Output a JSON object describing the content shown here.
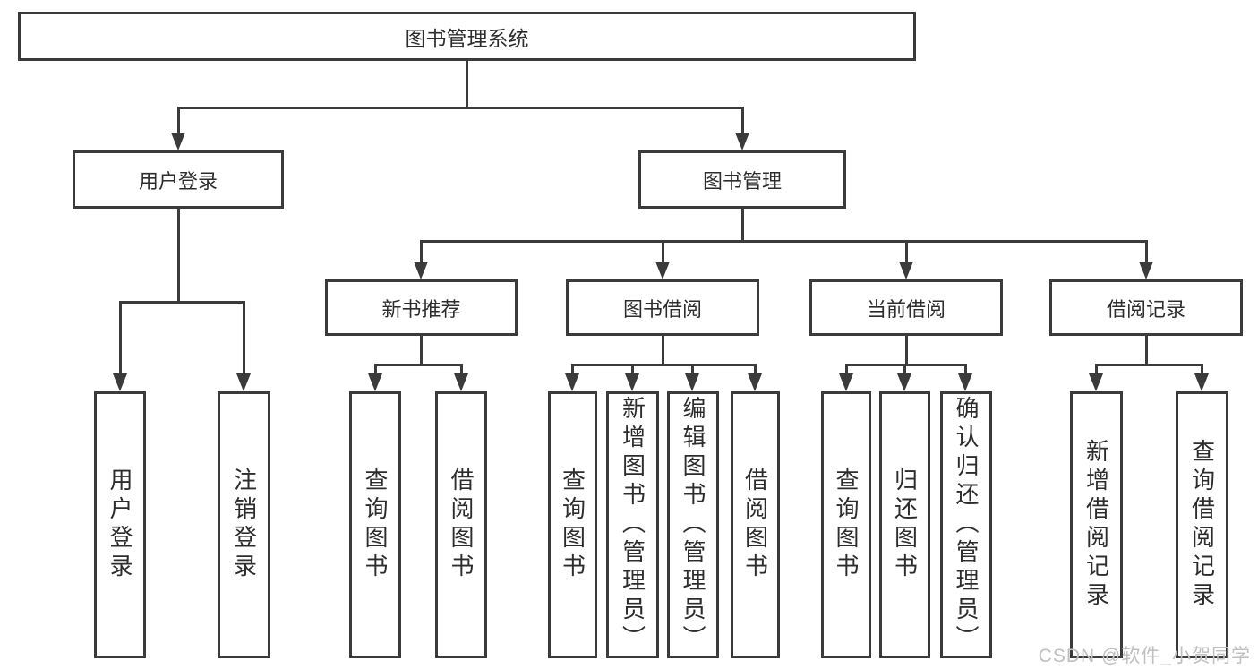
{
  "diagram_title": "图书管理系统",
  "tree": {
    "label": "图书管理系统",
    "children": [
      {
        "label": "用户登录",
        "children": [
          {
            "label": "用户登录"
          },
          {
            "label": "注销登录"
          }
        ]
      },
      {
        "label": "图书管理",
        "children": [
          {
            "label": "新书推荐",
            "children": [
              {
                "label": "查询图书"
              },
              {
                "label": "借阅图书"
              }
            ]
          },
          {
            "label": "图书借阅",
            "children": [
              {
                "label": "查询图书"
              },
              {
                "label": "新增图书（管理员）"
              },
              {
                "label": "编辑图书（管理员）"
              },
              {
                "label": "借阅图书"
              }
            ]
          },
          {
            "label": "当前借阅",
            "children": [
              {
                "label": "查询图书"
              },
              {
                "label": "归还图书"
              },
              {
                "label": "确认归还（管理员）"
              }
            ]
          },
          {
            "label": "借阅记录",
            "children": [
              {
                "label": "新增借阅记录"
              },
              {
                "label": "查询借阅记录"
              }
            ]
          }
        ]
      }
    ]
  },
  "icons": {
    "connector_arrow": "triangle-down"
  },
  "colors": {
    "line": "#3b3b3b",
    "text": "#2d2d2d",
    "background": "#ffffff",
    "watermark": "#bfbfbf"
  },
  "watermark": "CSDN @软件_小贺同学"
}
